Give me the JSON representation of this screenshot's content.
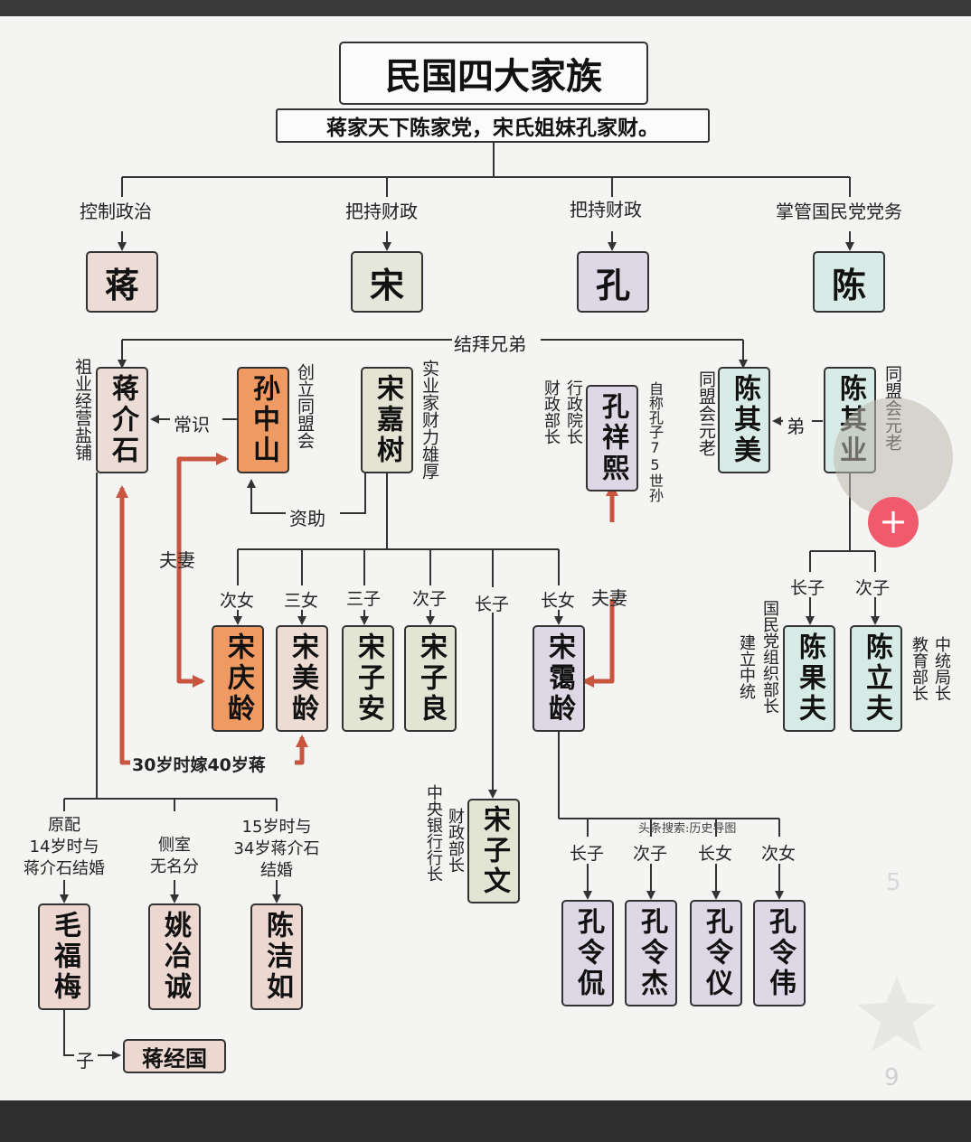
{
  "title": "民国四大家族",
  "subtitle": "蒋家天下陈家党，宋氏姐妹孔家财。",
  "families": {
    "jiang": {
      "role": "控制政治",
      "name": "蒋"
    },
    "song": {
      "role": "把持财政",
      "name": "宋"
    },
    "kong": {
      "role": "把持财政",
      "name": "孔"
    },
    "chen": {
      "role": "掌管国民党党务",
      "name": "陈"
    }
  },
  "people": {
    "jiang_jieshi": "蒋介石",
    "sun_zhongshan": "孙中山",
    "song_jiashu": "宋嘉树",
    "kong_xiangxi": "孔祥熙",
    "chen_qimei": "陈其美",
    "chen_qiye": "陈其业",
    "song_qingling": "宋庆龄",
    "song_meiling": "宋美龄",
    "song_zian": "宋子安",
    "song_ziliang": "宋子良",
    "song_ailing": "宋霭龄",
    "chen_guofu": "陈果夫",
    "chen_lifu": "陈立夫",
    "song_ziwen": "宋子文",
    "mao_fumei": "毛福梅",
    "yao_yecheng": "姚冶诚",
    "chen_jieru": "陈洁如",
    "jiang_jingguo": "蒋经国",
    "kong_lingkan": "孔令侃",
    "kong_lingjie": "孔令杰",
    "kong_lingyi": "孔令仪",
    "kong_lingwei": "孔令伟"
  },
  "notes": {
    "jiang": "祖业经营盐铺",
    "sun": "创立同盟会",
    "song_jiashu": "实业家财力雄厚",
    "kong_a": "行政院长",
    "kong_b": "财政部长",
    "kong_c": "自称孔子75世孙",
    "chen_qimei": "同盟会元老",
    "chen_qiye": "同盟会元老",
    "guofu": "国民党组织部长",
    "guofu2": "建立中统",
    "lifu_a": "教育部长",
    "lifu_b": "中统局长",
    "ziwen_a": "财政部长",
    "ziwen_b": "中央银行行长"
  },
  "relations": {
    "sworn": "结拜兄弟",
    "knows": "常识",
    "funding": "资助",
    "spouse_left": "夫妻",
    "spouse_right": "夫妻",
    "younger_brother": "弟",
    "meiling_marriage": "30岁时嫁40岁蒋",
    "son": "子",
    "ci_nv": "次女",
    "san_nv": "三女",
    "san_zi": "三子",
    "ci_zi": "次子",
    "zhang_zi": "长子",
    "zhang_nv": "长女",
    "chen_zhangzi": "长子",
    "chen_cizi": "次子",
    "kong_zhangzi": "长子",
    "kong_cizi": "次子",
    "kong_zhangnv": "长女",
    "kong_cinv": "次女",
    "mao_note": [
      "原配",
      "14岁时与",
      "蒋介石结婚"
    ],
    "yao_note": [
      "侧室",
      "无名分"
    ],
    "chen_jieru_note": [
      "15岁时与",
      "34岁蒋介石",
      "结婚"
    ]
  },
  "watermark": "头条搜索:历史导图",
  "overlay": {
    "count_a": "5",
    "count_b": "9",
    "plus": "+"
  },
  "colors": {
    "orange_line": "#c8553e",
    "line": "#333333"
  }
}
